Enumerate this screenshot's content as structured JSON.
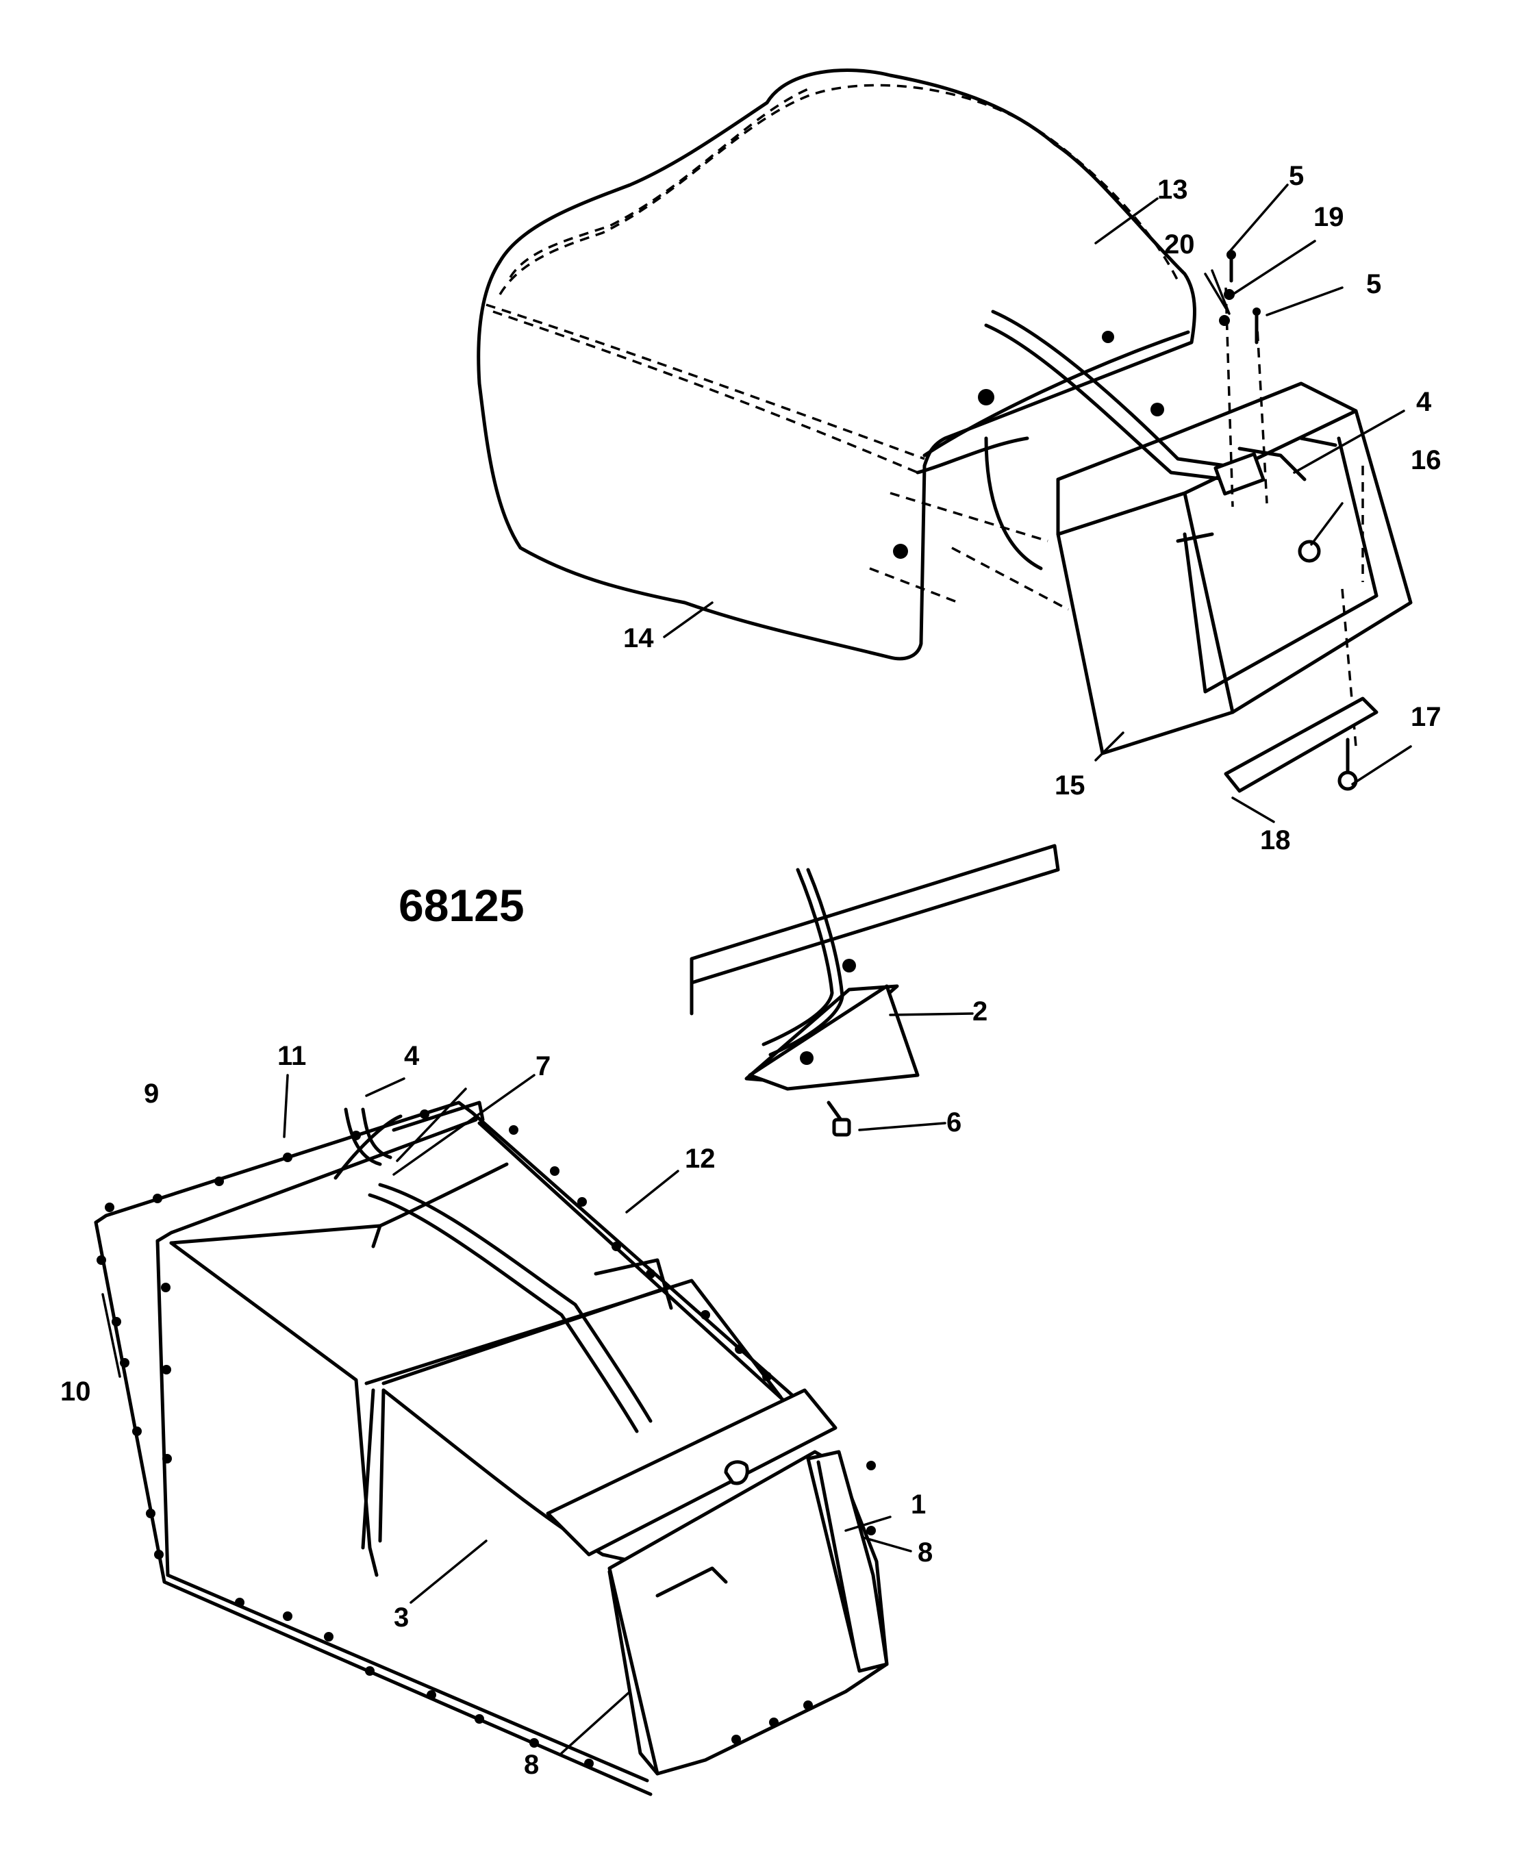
{
  "figure_number": "68125",
  "callouts": [
    {
      "id": "c13",
      "label": "13"
    },
    {
      "id": "c5a",
      "label": "5"
    },
    {
      "id": "c19",
      "label": "19"
    },
    {
      "id": "c20",
      "label": "20"
    },
    {
      "id": "c5b",
      "label": "5"
    },
    {
      "id": "c4a",
      "label": "4"
    },
    {
      "id": "c16",
      "label": "16"
    },
    {
      "id": "c14",
      "label": "14"
    },
    {
      "id": "c15",
      "label": "15"
    },
    {
      "id": "c17",
      "label": "17"
    },
    {
      "id": "c18",
      "label": "18"
    },
    {
      "id": "c2",
      "label": "2"
    },
    {
      "id": "c6",
      "label": "6"
    },
    {
      "id": "c11",
      "label": "11"
    },
    {
      "id": "c4b",
      "label": "4"
    },
    {
      "id": "c7",
      "label": "7"
    },
    {
      "id": "c9",
      "label": "9"
    },
    {
      "id": "c12",
      "label": "12"
    },
    {
      "id": "c10",
      "label": "10"
    },
    {
      "id": "c1",
      "label": "1"
    },
    {
      "id": "c8a",
      "label": "8"
    },
    {
      "id": "c3",
      "label": "3"
    },
    {
      "id": "c8b",
      "label": "8"
    }
  ]
}
